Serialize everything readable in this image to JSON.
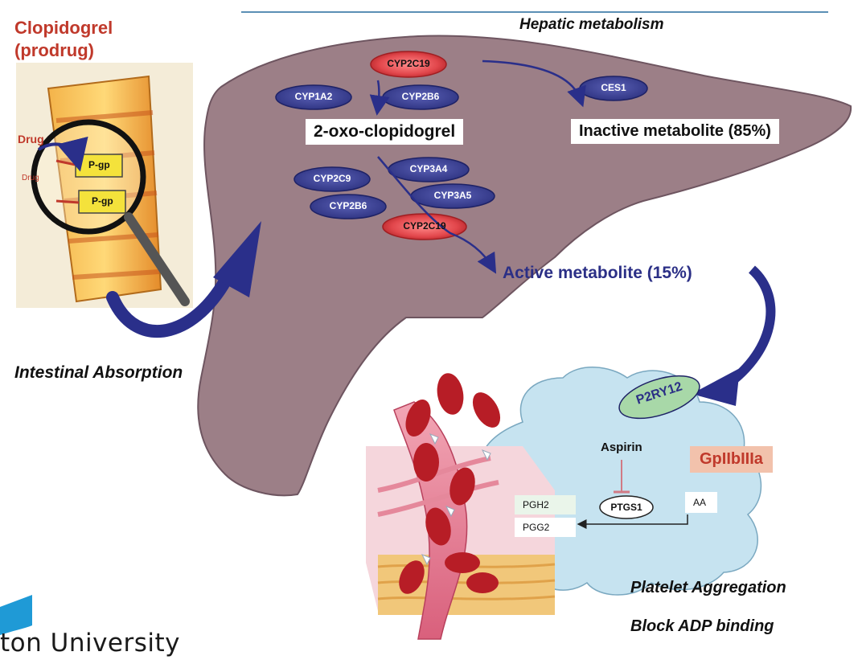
{
  "prodrug": {
    "line1": "Clopidogrel",
    "line2": "(prodrug)"
  },
  "absorption": {
    "drug_label": "Drug",
    "drug_small": "Drug",
    "pgp_label": "P-gp",
    "caption": "Intestinal Absorption"
  },
  "liver": {
    "title": "Hepatic metabolism",
    "oxo": "2-oxo-clopidogrel",
    "inactive": "Inactive metabolite (85%)",
    "active": "Active metabolite (15%)"
  },
  "enzymes": {
    "cyp2c19_top": "CYP2C19",
    "cyp1a2": "CYP1A2",
    "cyp2b6_top": "CYP2B6",
    "ces1": "CES1",
    "cyp2c9": "CYP2C9",
    "cyp3a4": "CYP3A4",
    "cyp3a5": "CYP3A5",
    "cyp2b6_bottom": "CYP2B6",
    "cyp2c19_bottom": "CYP2C19"
  },
  "platelet": {
    "receptor": "P2RY12",
    "aspirin": "Aspirin",
    "gp": "GpIIbIIIa",
    "ptgs1": "PTGS1",
    "aa": "AA",
    "pgh2": "PGH2",
    "pgg2": "PGG2",
    "aggregation": "Platelet Aggregation",
    "block": "Block ADP binding"
  },
  "branding": {
    "university": "ton University"
  },
  "colors": {
    "liver": "#9c7f87",
    "enzyme_blue": "#3a3f93",
    "enzyme_red": "#e2474c",
    "platelet": "#c6e3f0",
    "arrow": "#2a2f8a",
    "title_red": "#c0392b",
    "gp_box": "#f2c2ac",
    "receptor_green": "#a8d8a8",
    "logo_blue": "#1f9ad6"
  }
}
